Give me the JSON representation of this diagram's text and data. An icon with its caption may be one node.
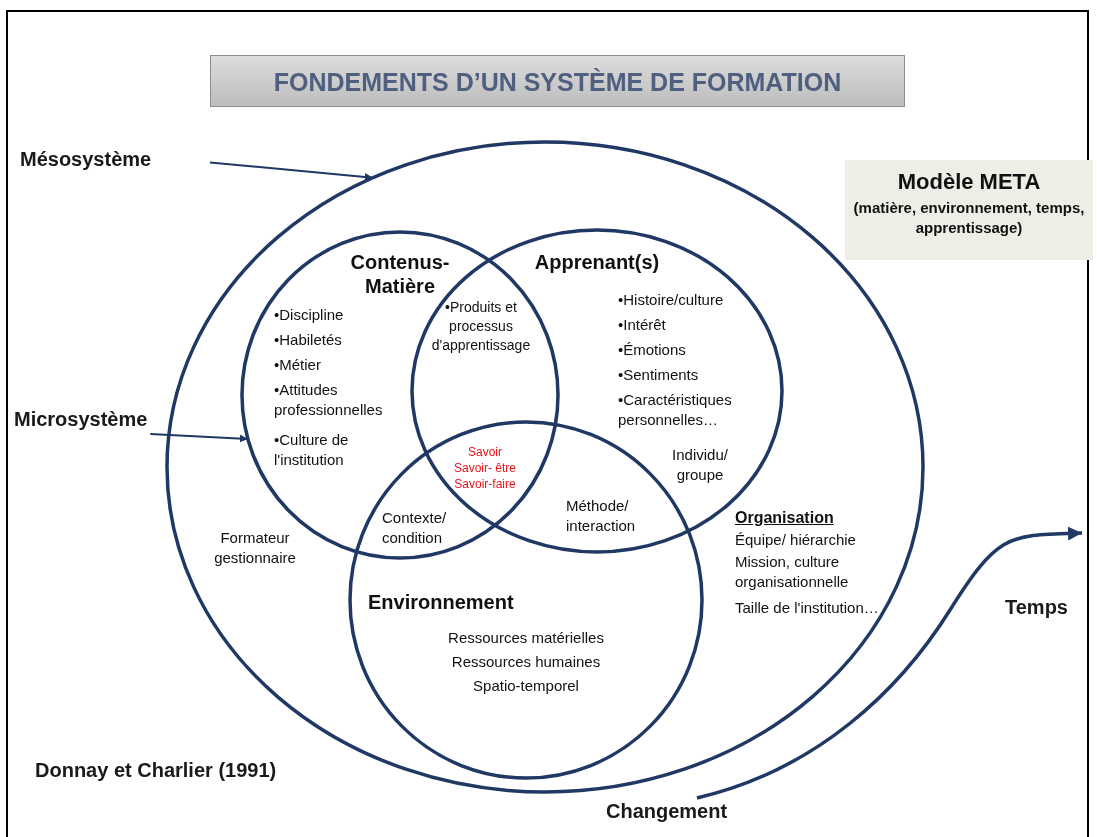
{
  "diagram": {
    "title": "FONDEMENTS D’UN SYSTÈME DE FORMATION",
    "nodes": [
      {
        "text": [
          "Mésosystème"
        ]
      },
      {
        "text": [
          "Formateur gestionnaire",
          "Organisation",
          "Équipe/ hiérarchie",
          "Mission, culture organisationnelle",
          "Taille de l'institution…"
        ]
      },
      {
        "text": [
          "Contenus- Matière",
          "•Discipline",
          "•Habiletés",
          "•Métier",
          "•Attitudes professionnelles",
          "•Culture de l'institution"
        ],
        "in": 1
      },
      {
        "text": [
          "Apprenant(s)",
          "•Histoire/culture",
          "•Intérêt",
          "•Émotions",
          "•Sentiments",
          "•Caractéristiques personnelles…",
          "Individu/ groupe"
        ],
        "in": 1
      },
      {
        "text": [
          "Environnement",
          "Ressources matérielles",
          "Ressources humaines",
          "Spatio-temporel"
        ],
        "in": 1
      },
      {
        "text": [
          "Microsystème"
        ]
      },
      {
        "text": [
          "Modèle META",
          "(matière, environnement, temps, apprentissage)"
        ]
      },
      {
        "text": [
          "Changement"
        ]
      }
    ],
    "edges": [
      {
        "from": 0,
        "to": 1,
        "arrow": "to"
      },
      {
        "from": 5,
        "to": 2,
        "arrow": "to"
      },
      {
        "from": 7,
        "to": null,
        "arrow": "to"
      }
    ],
    "labels": [
      "•Produits et processus d'apprentissage",
      "Savoir",
      "Savoir- être",
      "Savoir-faire",
      "Contexte/ condition",
      "Méthode/ interaction",
      "Temps",
      "Donnay et Charlier (1991)"
    ]
  }
}
